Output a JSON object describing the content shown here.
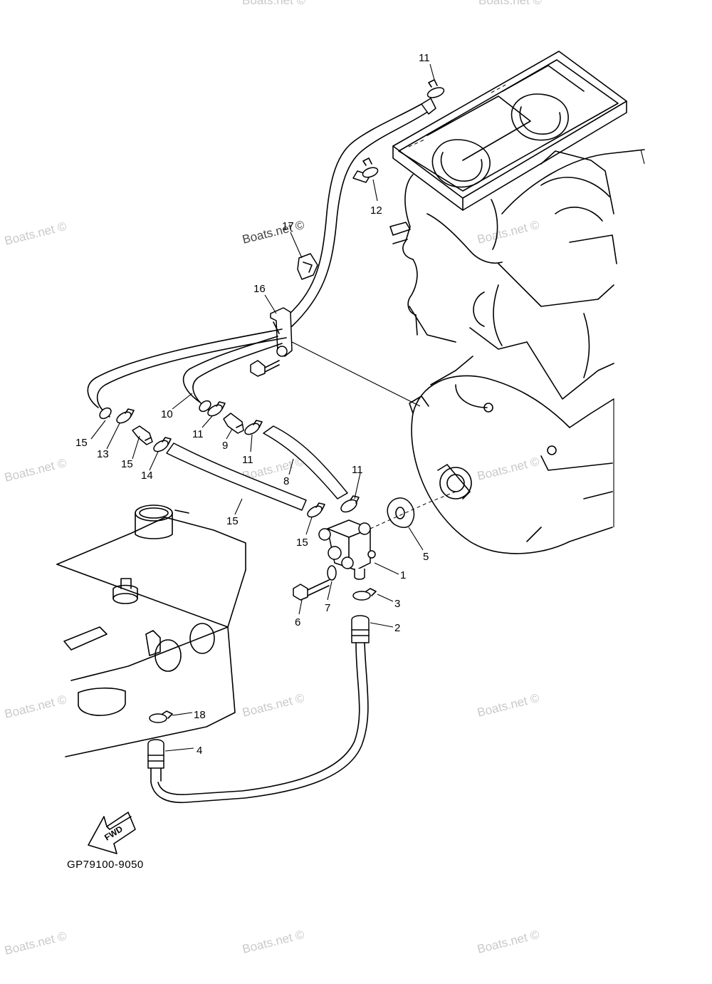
{
  "diagram": {
    "code": "GP79100-9050",
    "fwd_label": "FWD",
    "watermark": "Boats.net ©",
    "callouts": [
      {
        "id": "c1",
        "text": "1"
      },
      {
        "id": "c2",
        "text": "2"
      },
      {
        "id": "c3",
        "text": "3"
      },
      {
        "id": "c4",
        "text": "4"
      },
      {
        "id": "c5",
        "text": "5"
      },
      {
        "id": "c6",
        "text": "6"
      },
      {
        "id": "c7",
        "text": "7"
      },
      {
        "id": "c8",
        "text": "8"
      },
      {
        "id": "c9",
        "text": "9"
      },
      {
        "id": "c10",
        "text": "10"
      },
      {
        "id": "c11a",
        "text": "11"
      },
      {
        "id": "c11b",
        "text": "11"
      },
      {
        "id": "c11c",
        "text": "11"
      },
      {
        "id": "c11d",
        "text": "11"
      },
      {
        "id": "c12",
        "text": "12"
      },
      {
        "id": "c13",
        "text": "13"
      },
      {
        "id": "c14",
        "text": "14"
      },
      {
        "id": "c15a",
        "text": "15"
      },
      {
        "id": "c15b",
        "text": "15"
      },
      {
        "id": "c15c",
        "text": "15"
      },
      {
        "id": "c15d",
        "text": "15"
      },
      {
        "id": "c16",
        "text": "16"
      },
      {
        "id": "c17",
        "text": "17"
      },
      {
        "id": "c18",
        "text": "18"
      }
    ]
  }
}
